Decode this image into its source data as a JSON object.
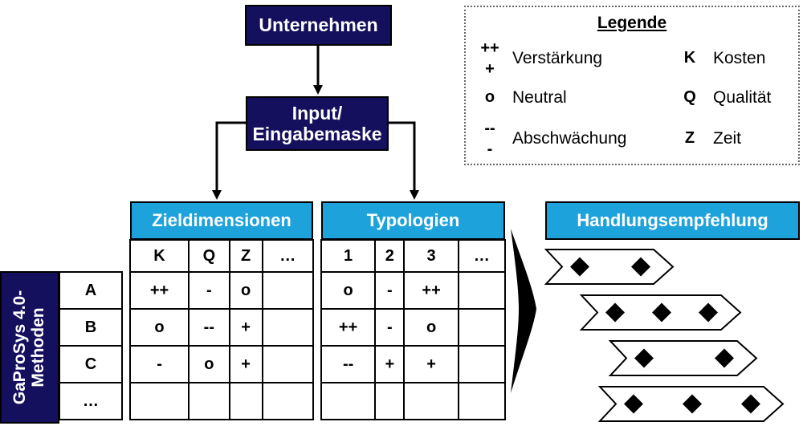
{
  "company": "Unternehmen",
  "input": "Input/\nEingabemaske",
  "zieldimensionen": {
    "header": "Zieldimensionen",
    "columns": [
      "K",
      "Q",
      "Z",
      "…"
    ],
    "rows": [
      [
        "++",
        "-",
        "o",
        ""
      ],
      [
        "o",
        "--",
        "+",
        ""
      ],
      [
        "-",
        "o",
        "+",
        ""
      ],
      [
        "",
        "",
        "",
        ""
      ]
    ]
  },
  "typologien": {
    "header": "Typologien",
    "columns": [
      "1",
      "2",
      "3",
      "…"
    ],
    "rows": [
      [
        "o",
        "-",
        "++",
        ""
      ],
      [
        "++",
        "-",
        "o",
        ""
      ],
      [
        "--",
        "+",
        "+",
        ""
      ],
      [
        "",
        "",
        "",
        ""
      ]
    ]
  },
  "methods": {
    "label": "GaProSys 4.0-\nMethoden",
    "items": [
      "A",
      "B",
      "C",
      "…"
    ]
  },
  "recommendation": {
    "header": "Handlungsempfehlung",
    "arrows": [
      2,
      3,
      2,
      3
    ]
  },
  "legend": {
    "title": "Legende",
    "entries": [
      {
        "symbol_top": "++",
        "symbol_bottom": "+",
        "text": "Verstärkung"
      },
      {
        "symbol_top": "o",
        "symbol_bottom": "",
        "text": "Neutral"
      },
      {
        "symbol_top": "--",
        "symbol_bottom": "-",
        "text": "Abschwächung"
      }
    ],
    "dims": [
      {
        "key": "K",
        "text": "Kosten"
      },
      {
        "key": "Q",
        "text": "Qualität"
      },
      {
        "key": "Z",
        "text": "Zeit"
      }
    ]
  }
}
